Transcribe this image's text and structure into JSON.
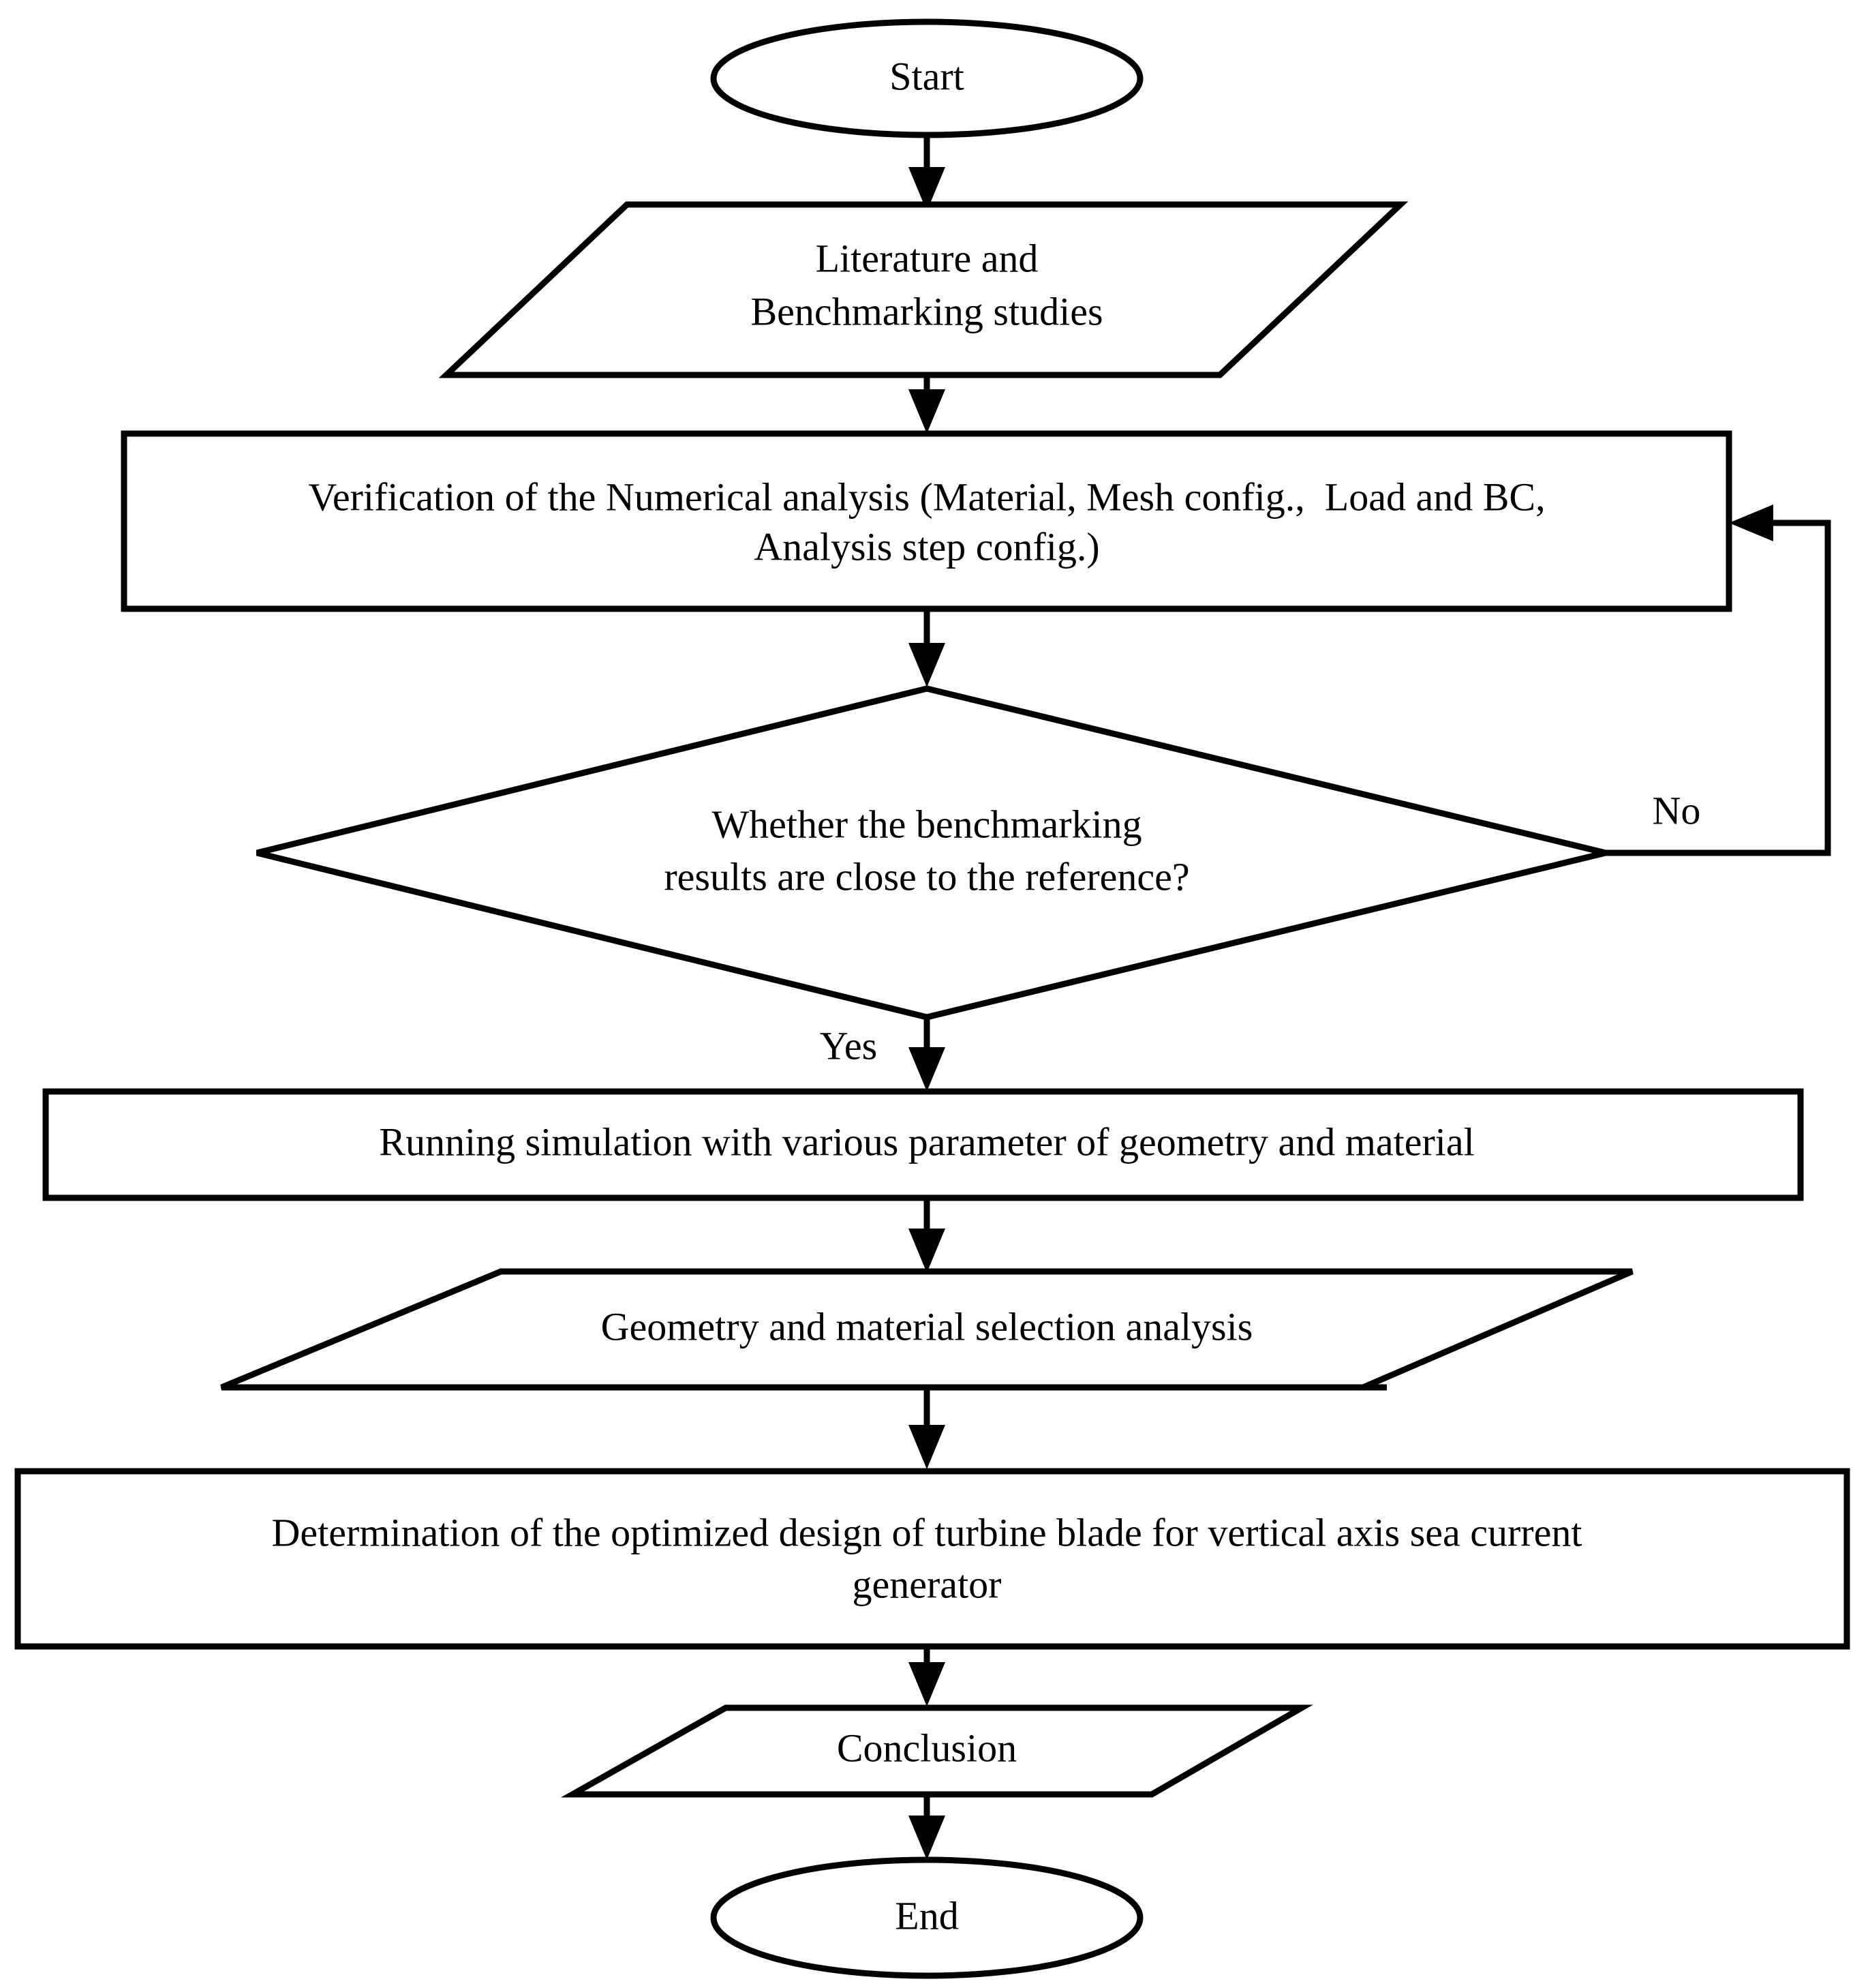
{
  "diagram": {
    "title": "Research methodology flowchart",
    "type": "flowchart",
    "background_color": "#ffffff",
    "line_color": "#000000",
    "text_color": "#000000"
  },
  "nodes": {
    "start": {
      "shape": "ellipse",
      "label": "Start"
    },
    "literature": {
      "shape": "parallelogram",
      "line1": "Literature and",
      "line2": "Benchmarking studies"
    },
    "verification": {
      "shape": "rectangle",
      "line1": "Verification of the Numerical analysis (Material, Mesh config.,  Load and BC,",
      "line2": "Analysis step config.)"
    },
    "decision": {
      "shape": "diamond",
      "line1": "Whether the benchmarking",
      "line2": "results are close to the reference?"
    },
    "running": {
      "shape": "rectangle",
      "label": "Running simulation with various parameter of geometry and material"
    },
    "selection": {
      "shape": "parallelogram",
      "label": "Geometry and material selection analysis"
    },
    "determination": {
      "shape": "rectangle",
      "line1": "Determination of the optimized design of turbine blade for vertical axis sea current",
      "line2": "generator"
    },
    "conclusion": {
      "shape": "parallelogram",
      "label": "Conclusion"
    },
    "end": {
      "shape": "ellipse",
      "label": "End"
    }
  },
  "edge_labels": {
    "no": "No",
    "yes": "Yes"
  }
}
